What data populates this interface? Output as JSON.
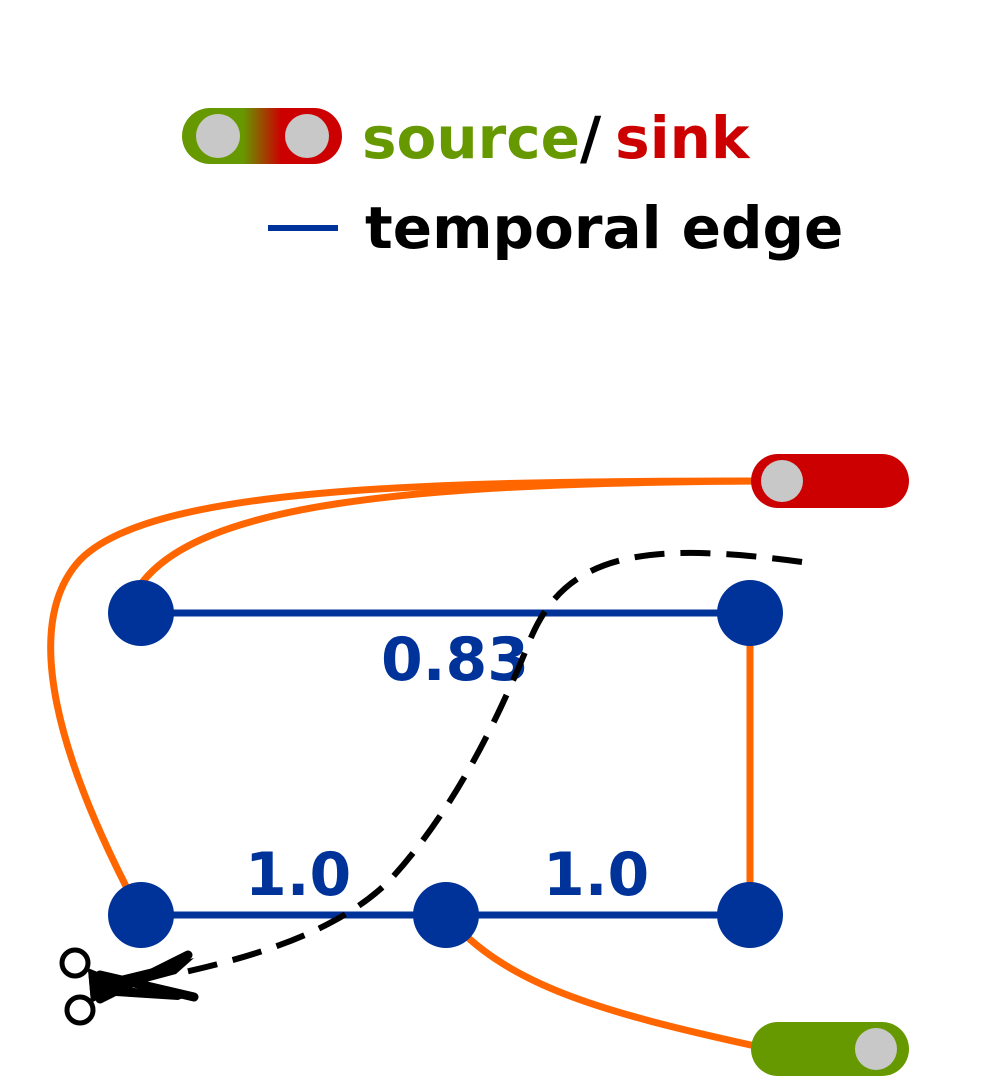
{
  "legend": {
    "source_label": "source",
    "separator": "/",
    "sink_label": "sink",
    "edge_label": "temporal edge"
  },
  "edge_weights": {
    "top": "0.83",
    "bottom_left": "1.0",
    "bottom_right": "1.0"
  },
  "colors": {
    "source": "#669900",
    "sink": "#cc0000",
    "temporal_edge": "#003399",
    "node": "#003399",
    "connection": "#ff6600",
    "cut": "#000000",
    "toggle_knob": "#c8c8c8"
  },
  "icons": {
    "cut": "scissors-icon"
  }
}
